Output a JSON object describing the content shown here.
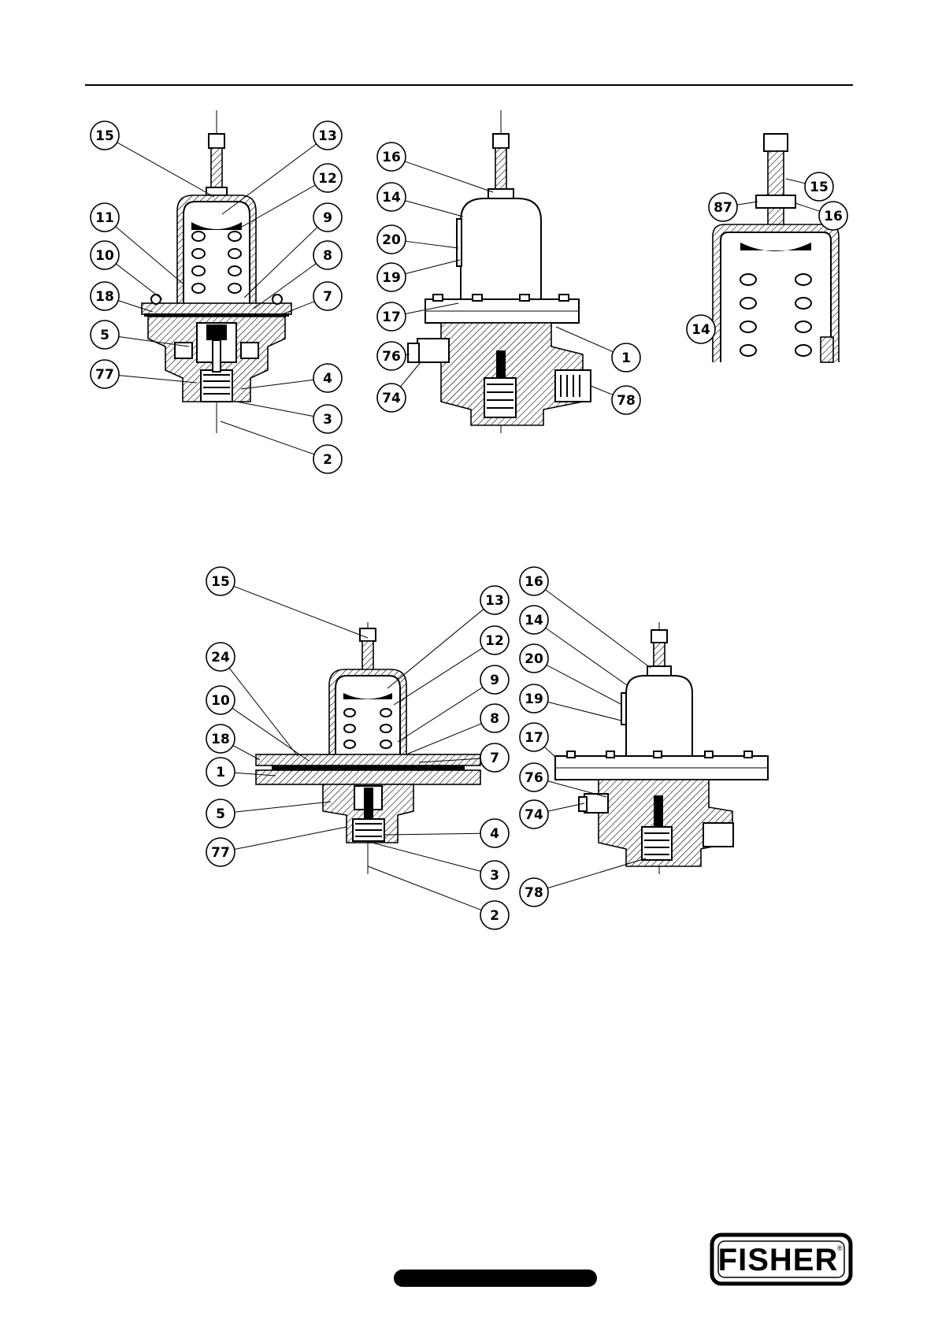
{
  "brand": {
    "logo_text": "FISHER",
    "registered_mark": "®"
  },
  "figures": {
    "fig1_section": {
      "callouts": [
        "15",
        "13",
        "12",
        "11",
        "9",
        "10",
        "8",
        "18",
        "7",
        "5",
        "4",
        "77",
        "3",
        "2"
      ]
    },
    "fig1_exterior": {
      "callouts": [
        "16",
        "14",
        "20",
        "19",
        "17",
        "76",
        "1",
        "74",
        "78"
      ]
    },
    "fig1_detail": {
      "callouts": [
        "15",
        "87",
        "16",
        "14"
      ]
    },
    "fig2_section": {
      "callouts": [
        "15",
        "13",
        "24",
        "12",
        "10",
        "9",
        "18",
        "8",
        "1",
        "7",
        "5",
        "4",
        "77",
        "3",
        "2"
      ]
    },
    "fig2_exterior": {
      "callouts": [
        "16",
        "14",
        "20",
        "19",
        "17",
        "76",
        "74",
        "78"
      ]
    }
  },
  "footer": {
    "pill_text": ""
  },
  "colors": {
    "ink": "#000000",
    "paper": "#ffffff"
  }
}
